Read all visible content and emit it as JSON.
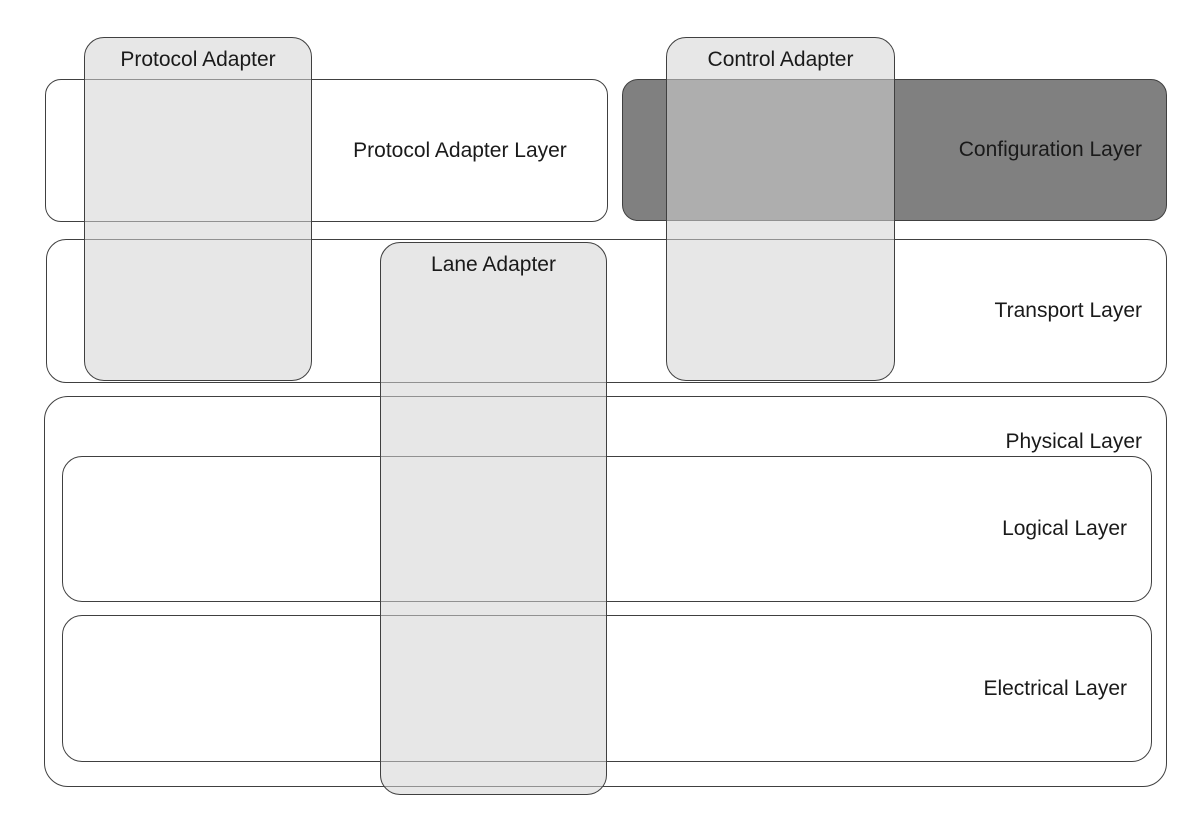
{
  "diagram": {
    "layers": [
      {
        "id": "protocol_adapter_layer",
        "label": "Protocol Adapter Layer"
      },
      {
        "id": "configuration_layer",
        "label": "Configuration Layer"
      },
      {
        "id": "transport_layer",
        "label": "Transport Layer"
      },
      {
        "id": "physical_layer",
        "label": "Physical Layer"
      },
      {
        "id": "logical_layer",
        "label": "Logical Layer"
      },
      {
        "id": "electrical_layer",
        "label": "Electrical Layer"
      }
    ],
    "adapters": [
      {
        "id": "protocol_adapter",
        "label": "Protocol Adapter"
      },
      {
        "id": "control_adapter",
        "label": "Control Adapter"
      },
      {
        "id": "lane_adapter",
        "label": "Lane Adapter"
      }
    ],
    "colors": {
      "background": "#ffffff",
      "layer_fill": "#ffffff",
      "configuration_fill": "#808080",
      "adapter_fill": "rgba(212,212,212,0.55)",
      "border": "#404040",
      "text": "#1a1a1a"
    }
  }
}
